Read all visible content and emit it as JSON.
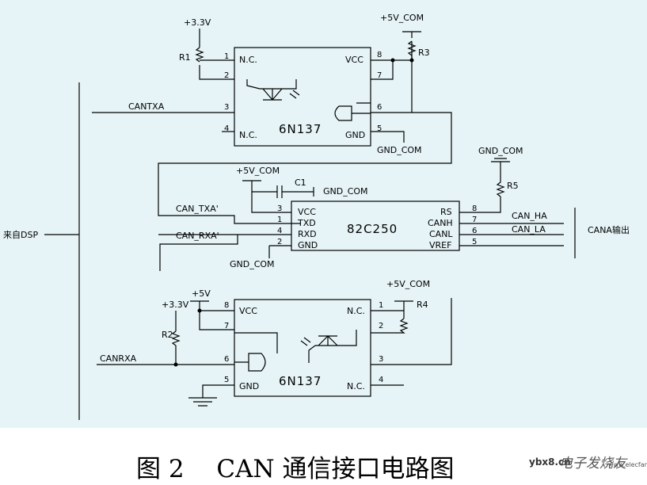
{
  "colors": {
    "background": "#e6f4f7",
    "line": "#000000",
    "page": "#ffffff"
  },
  "labels": {
    "v33_top": "+3.3V",
    "v5_top": "+5V_COM",
    "r1": "R1",
    "r3": "R3",
    "cantxa": "CANTXA",
    "gnd_com_1": "GND_COM",
    "gnd_com_r5": "GND_COM",
    "r5": "R5",
    "v5_c1": "+5V_COM",
    "c1": "C1",
    "gnd_com_c1": "GND_COM",
    "can_txa2": "CAN_TXA'",
    "can_rxa2": "CAN_RXA'",
    "gnd_com_mid": "GND_COM",
    "source_dsp": "来自DSP",
    "can_ha": "CAN_HA",
    "can_la": "CAN_LA",
    "cana_out": "CANA输出",
    "v33_bot": "+3.3V",
    "v5_bot": "+5V",
    "v5_com_bot": "+5V_COM",
    "r4": "R4",
    "r2": "R2",
    "canrxa": "CANRXA"
  },
  "u1": {
    "name": "6N137",
    "pins": {
      "nc1": "N.C.",
      "vcc": "VCC",
      "nc4": "N.C.",
      "gnd": "GND",
      "p1": "1",
      "p2": "2",
      "p3": "3",
      "p4": "4",
      "p5": "5",
      "p6": "6",
      "p7": "7",
      "p8": "8"
    }
  },
  "u2": {
    "name": "82C250",
    "pins": {
      "vcc": "VCC",
      "txd": "TXD",
      "rxd": "RXD",
      "gnd": "GND",
      "rs": "RS",
      "canh": "CANH",
      "canl": "CANL",
      "vref": "VREF",
      "p3": "3",
      "p1": "1",
      "p4": "4",
      "p2": "2",
      "p8": "8",
      "p7": "7",
      "p6": "6",
      "p5": "5"
    }
  },
  "u3": {
    "name": "6N137",
    "pins": {
      "vcc": "VCC",
      "gnd": "GND",
      "nc1": "N.C.",
      "nc4": "N.C.",
      "p8": "8",
      "p7": "7",
      "p6": "6",
      "p5": "5",
      "p1": "1",
      "p2": "2",
      "p3": "3",
      "p4": "4"
    }
  },
  "caption": {
    "text": "图 2　 CAN 通信接口电路图"
  },
  "watermark": {
    "site": "ybx8.cn",
    "brand": "电子发烧友",
    "url": "www.elecfans.com"
  }
}
